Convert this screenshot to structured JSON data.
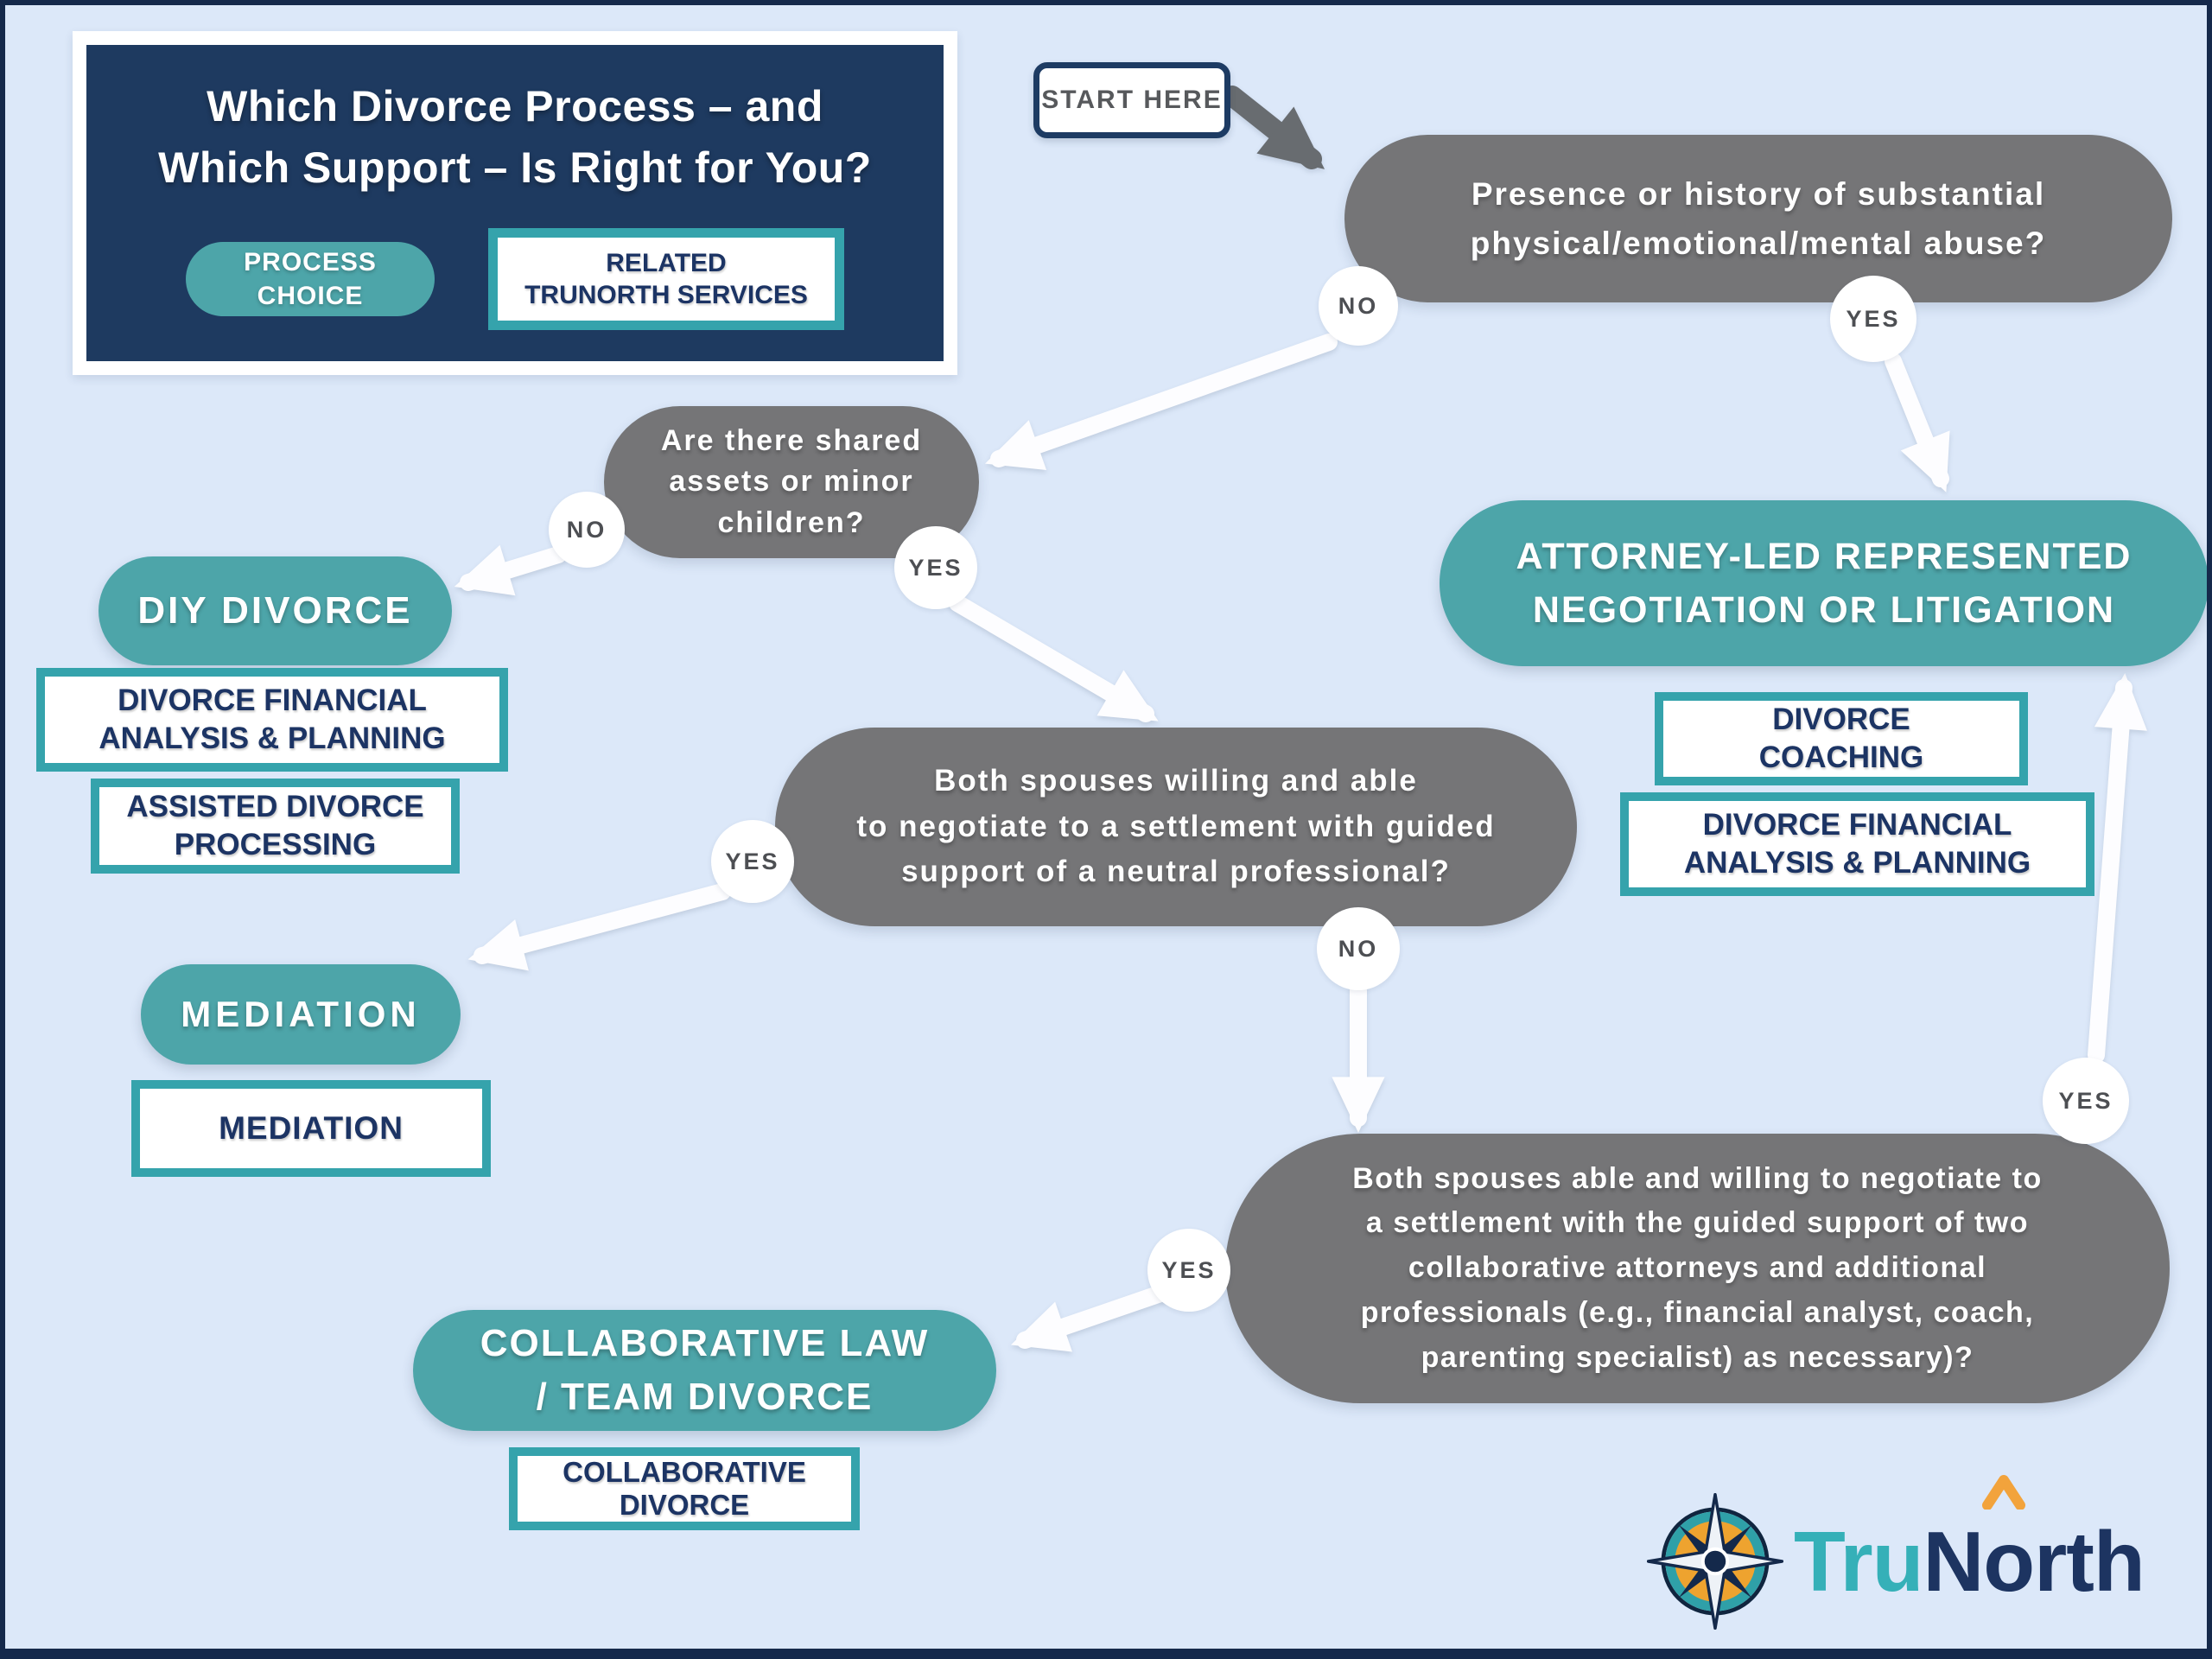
{
  "header": {
    "title": "Which Divorce Process – and\nWhich Support – Is Right for You?",
    "legend_process": "PROCESS\nCHOICE",
    "legend_services": "RELATED\nTRUNORTH SERVICES"
  },
  "start": {
    "label": "START HERE"
  },
  "labels": {
    "yes": "YES",
    "no": "NO"
  },
  "questions": {
    "abuse": "Presence or history of substantial\nphysical/emotional/mental abuse?",
    "assets": "Are there shared\nassets or minor\nchildren?",
    "neutral": "Both spouses willing and able\nto negotiate to a settlement with guided\nsupport of a neutral professional?",
    "collaborative": "Both spouses able and willing to negotiate to\na settlement with the guided support of two\ncollaborative attorneys and additional\nprofessionals (e.g., financial analyst, coach,\nparenting specialist) as necessary)?"
  },
  "processes": {
    "diy": "DIY DIVORCE",
    "attorney": "ATTORNEY-LED REPRESENTED\nNEGOTIATION OR LITIGATION",
    "mediation": "MEDIATION",
    "collaborative": "COLLABORATIVE LAW\n/ TEAM DIVORCE"
  },
  "services": {
    "diy_financial": "DIVORCE FINANCIAL\nANALYSIS & PLANNING",
    "diy_assisted": "ASSISTED DIVORCE\nPROCESSING",
    "attorney_coaching": "DIVORCE\nCOACHING",
    "attorney_financial": "DIVORCE FINANCIAL\nANALYSIS & PLANNING",
    "mediation_service": "MEDIATION",
    "collaborative_service": "COLLABORATIVE\nDIVORCE"
  },
  "edges": [
    {
      "from": "start",
      "to": "question-abuse",
      "label": ""
    },
    {
      "from": "question-abuse",
      "to": "question-shared-assets",
      "label": "NO"
    },
    {
      "from": "question-abuse",
      "to": "attorney-led",
      "label": "YES"
    },
    {
      "from": "question-shared-assets",
      "to": "diy-divorce",
      "label": "NO"
    },
    {
      "from": "question-shared-assets",
      "to": "question-neutral-negotiation",
      "label": "YES"
    },
    {
      "from": "question-neutral-negotiation",
      "to": "mediation",
      "label": "YES"
    },
    {
      "from": "question-neutral-negotiation",
      "to": "question-collaborative-negotiation",
      "label": "NO"
    },
    {
      "from": "question-collaborative-negotiation",
      "to": "collaborative-law",
      "label": "YES"
    },
    {
      "from": "question-collaborative-negotiation",
      "to": "attorney-led",
      "label": "YES"
    }
  ],
  "logo": {
    "tru": "Tru",
    "n": "N",
    "o": "o",
    "rth": "rth"
  },
  "colors": {
    "background": "#dce8f9",
    "frame": "#15294b",
    "teal": "#4da5a9",
    "teal_border": "#35a3ac",
    "gray_node": "#757577",
    "navy_panel": "#1e3a60",
    "navy_text": "#1c3464",
    "logo_gold": "#f2a33c",
    "white": "#ffffff"
  }
}
